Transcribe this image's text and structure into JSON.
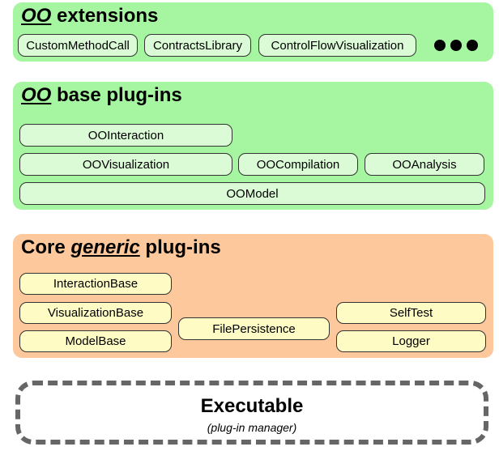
{
  "oo_extensions": {
    "title_em": "OO",
    "title_rest": " extensions",
    "boxes": [
      "CustomMethodCall",
      "ContractsLibrary",
      "ControlFlowVisualization"
    ],
    "more_icon": "ellipsis-dots-icon"
  },
  "oo_base": {
    "title_em": "OO",
    "title_rest": " base plug-ins",
    "boxes": [
      "OOInteraction",
      "OOVisualization",
      "OOCompilation",
      "OOAnalysis",
      "OOModel"
    ]
  },
  "core": {
    "title_pre": "Core ",
    "title_em": "generic",
    "title_rest": " plug-ins",
    "boxes": [
      "InteractionBase",
      "VisualizationBase",
      "ModelBase",
      "FilePersistence",
      "SelfTest",
      "Logger"
    ]
  },
  "executable": {
    "title": "Executable",
    "subtitle": "(plug-in manager)"
  },
  "colors": {
    "green_layer": "#a6f5a0",
    "green_box": "#dbfbd7",
    "orange_layer": "#fdc89b",
    "yellow_box": "#fefbc4",
    "dashed_border": "#666666"
  }
}
